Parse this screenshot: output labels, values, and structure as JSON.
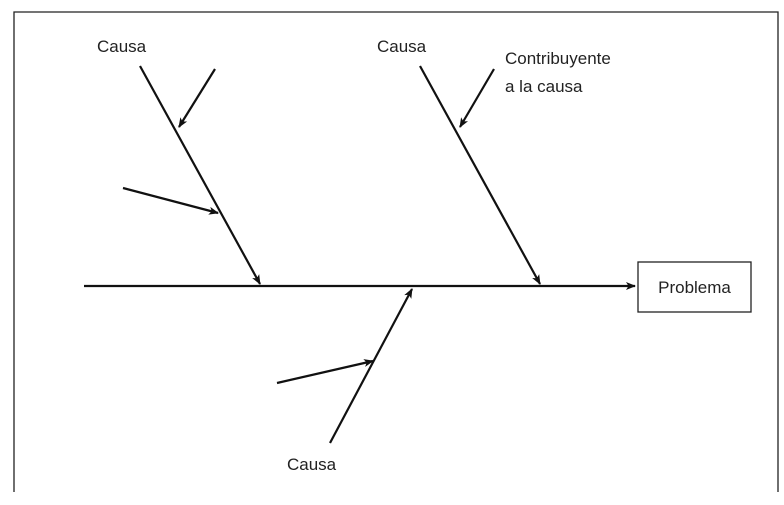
{
  "diagram": {
    "type": "fishbone",
    "problem": {
      "label": "Problema"
    },
    "causes": [
      {
        "label": "Causa"
      },
      {
        "label": "Causa"
      },
      {
        "label": "Causa"
      }
    ],
    "sub_cause": {
      "line1": "Contribuyente",
      "line2": "a la causa"
    }
  }
}
